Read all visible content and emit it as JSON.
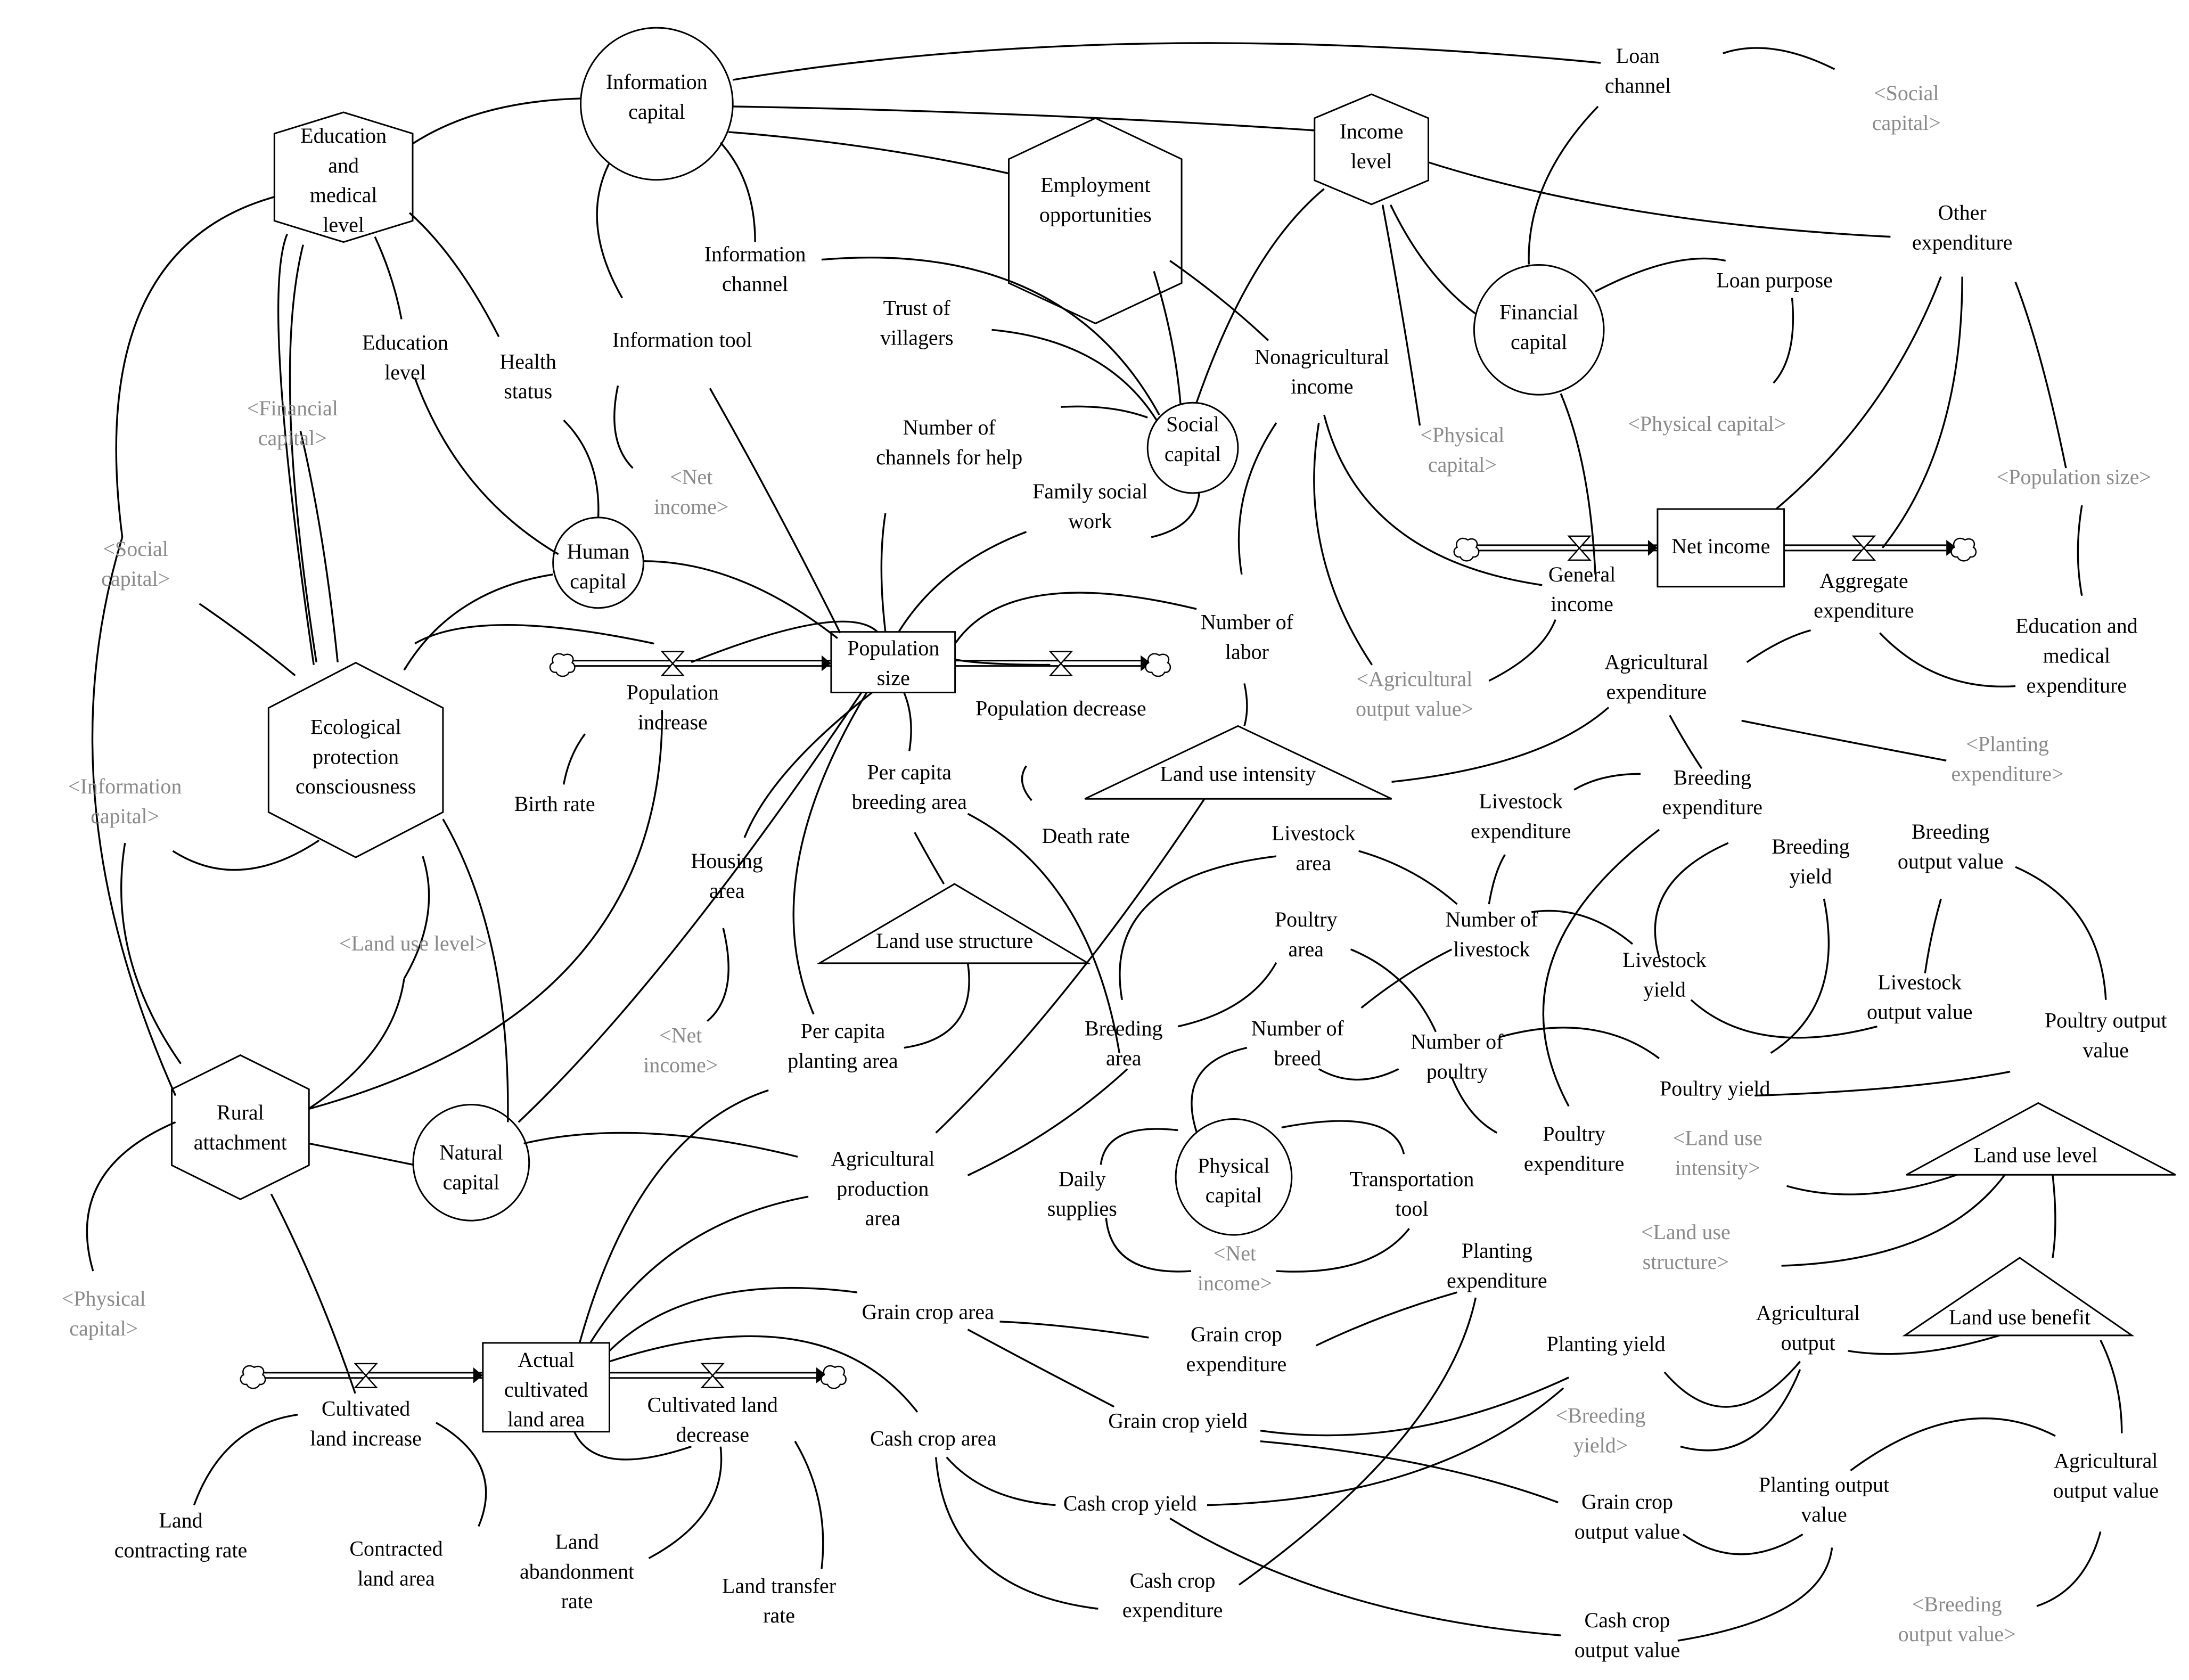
{
  "nodes": {
    "information_capital": [
      "Information",
      "capital"
    ],
    "education_medical_level": [
      "Education",
      "and",
      "medical",
      "level"
    ],
    "employment_opportunities": [
      "Employment",
      "opportunities"
    ],
    "income_level": [
      "Income",
      "level"
    ],
    "loan_channel": [
      "Loan",
      "channel"
    ],
    "social_capital_shadow_tr": [
      "<Social",
      "capital>"
    ],
    "other_expenditure": [
      "Other",
      "expenditure"
    ],
    "financial_capital": [
      "Financial",
      "capital"
    ],
    "loan_purpose": [
      "Loan purpose"
    ],
    "information_channel": [
      "Information",
      "channel"
    ],
    "trust_of_villagers": [
      "Trust of",
      "villagers"
    ],
    "information_tool": [
      "Information tool"
    ],
    "education_level": [
      "Education",
      "level"
    ],
    "health_status": [
      "Health",
      "status"
    ],
    "financial_capital_shadow": [
      "<Financial",
      "capital>"
    ],
    "social_capital": [
      "Social",
      "capital"
    ],
    "nonagricultural_income": [
      "Nonagricultural",
      "income"
    ],
    "physical_capital_shadow_top": [
      "<Physical",
      "capital>"
    ],
    "physical_capital_shadow_mid": [
      "<Physical capital>"
    ],
    "population_size_shadow_right": [
      "<Population size>"
    ],
    "number_of_channels_for_help": [
      "Number of",
      "channels for help"
    ],
    "family_social_work": [
      "Family social",
      "work"
    ],
    "net_income_shadow_top": [
      "<Net",
      "income>"
    ],
    "social_capital_shadow_left": [
      "<Social",
      "capital>"
    ],
    "human_capital": [
      "Human",
      "capital"
    ],
    "general_income": [
      "General",
      "income"
    ],
    "net_income": [
      "Net income"
    ],
    "aggregate_expenditure": [
      "Aggregate",
      "expenditure"
    ],
    "education_medical_expenditure": [
      "Education and",
      "medical",
      "expenditure"
    ],
    "population_size": [
      "Population",
      "size"
    ],
    "population_increase": [
      "Population",
      "increase"
    ],
    "population_decrease": [
      "Population decrease"
    ],
    "number_of_labor": [
      "Number of",
      "labor"
    ],
    "agricultural_output_value_shadow": [
      "<Agricultural",
      "output value>"
    ],
    "agricultural_expenditure": [
      "Agricultural",
      "expenditure"
    ],
    "ecological_protection_consciousness": [
      "Ecological",
      "protection",
      "consciousness"
    ],
    "birth_rate": [
      "Birth rate"
    ],
    "per_capita_breeding_area": [
      "Per capita",
      "breeding area"
    ],
    "land_use_intensity": [
      "Land use intensity"
    ],
    "breeding_expenditure": [
      "Breeding",
      "expenditure"
    ],
    "planting_expenditure_shadow": [
      "<Planting",
      "expenditure>"
    ],
    "information_capital_shadow": [
      "<Information",
      "capital>"
    ],
    "livestock_expenditure": [
      "Livestock",
      "expenditure"
    ],
    "death_rate": [
      "Death rate"
    ],
    "livestock_area": [
      "Livestock",
      "area"
    ],
    "housing_area": [
      "Housing",
      "area"
    ],
    "breeding_yield": [
      "Breeding",
      "yield"
    ],
    "breeding_output_value": [
      "Breeding",
      "output value"
    ],
    "land_use_structure": [
      "Land use structure"
    ],
    "number_of_livestock": [
      "Number of",
      "livestock"
    ],
    "land_use_level_shadow": [
      "<Land use level>"
    ],
    "poultry_area": [
      "Poultry",
      "area"
    ],
    "livestock_yield": [
      "Livestock",
      "yield"
    ],
    "livestock_output_value": [
      "Livestock",
      "output value"
    ],
    "poultry_output_value": [
      "Poultry output",
      "value"
    ],
    "net_income_shadow_mid": [
      "<Net",
      "income>"
    ],
    "per_capita_planting_area": [
      "Per capita",
      "planting area"
    ],
    "breeding_area": [
      "Breeding",
      "area"
    ],
    "number_of_breed": [
      "Number of",
      "breed"
    ],
    "number_of_poultry": [
      "Number of",
      "poultry"
    ],
    "poultry_yield": [
      "Poultry yield"
    ],
    "rural_attachment": [
      "Rural",
      "attachment"
    ],
    "land_use_intensity_shadow": [
      "<Land use",
      "intensity>"
    ],
    "natural_capital": [
      "Natural",
      "capital"
    ],
    "agricultural_production_area": [
      "Agricultural",
      "production",
      "area"
    ],
    "daily_supplies": [
      "Daily",
      "supplies"
    ],
    "physical_capital": [
      "Physical",
      "capital"
    ],
    "transportation_tool": [
      "Transportation",
      "tool"
    ],
    "poultry_expenditure": [
      "Poultry",
      "expenditure"
    ],
    "land_use_level": [
      "Land use level"
    ],
    "land_use_structure_shadow": [
      "<Land use",
      "structure>"
    ],
    "net_income_shadow_bottom": [
      "<Net",
      "income>"
    ],
    "physical_capital_shadow_left": [
      "<Physical",
      "capital>"
    ],
    "planting_expenditure": [
      "Planting",
      "expenditure"
    ],
    "grain_crop_area": [
      "Grain crop area"
    ],
    "grain_crop_expenditure": [
      "Grain crop",
      "expenditure"
    ],
    "agricultural_output": [
      "Agricultural",
      "output"
    ],
    "land_use_benefit": [
      "Land use benefit"
    ],
    "planting_yield": [
      "Planting yield"
    ],
    "actual_cultivated_land_area": [
      "Actual",
      "cultivated",
      "land area"
    ],
    "cultivated_land_decrease": [
      "Cultivated land",
      "decrease"
    ],
    "cultivated_land_increase": [
      "Cultivated",
      "land increase"
    ],
    "breeding_yield_shadow": [
      "<Breeding",
      "yield>"
    ],
    "grain_crop_yield": [
      "Grain crop yield"
    ],
    "cash_crop_area": [
      "Cash crop area"
    ],
    "grain_crop_output_value": [
      "Grain crop",
      "output value"
    ],
    "planting_output_value": [
      "Planting output",
      "value"
    ],
    "agricultural_output_value": [
      "Agricultural",
      "output value"
    ],
    "land_contracting_rate": [
      "Land",
      "contracting rate"
    ],
    "contracted_land_area": [
      "Contracted",
      "land area"
    ],
    "land_abandonment_rate": [
      "Land",
      "abandonment",
      "rate"
    ],
    "cash_crop_yield": [
      "Cash crop yield"
    ],
    "land_transfer_rate": [
      "Land transfer",
      "rate"
    ],
    "cash_crop_expenditure": [
      "Cash crop",
      "expenditure"
    ],
    "breeding_output_value_shadow": [
      "<Breeding",
      "output value>"
    ],
    "cash_crop_output_value": [
      "Cash crop",
      "output value"
    ]
  }
}
